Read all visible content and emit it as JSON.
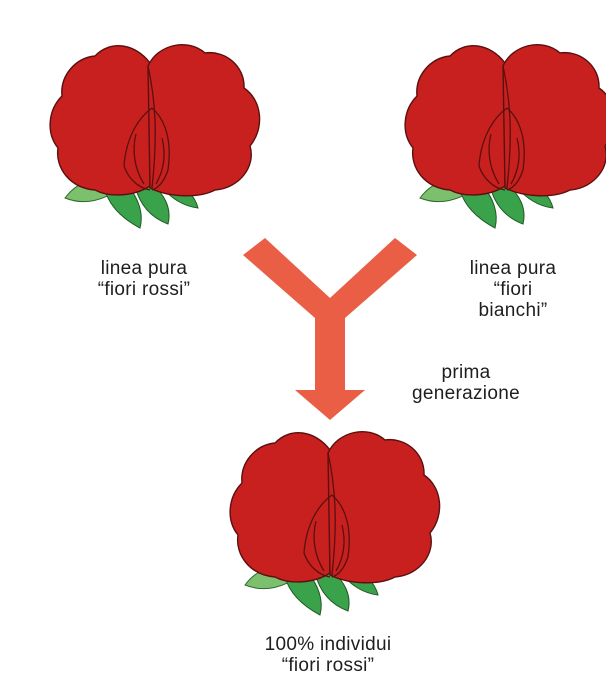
{
  "diagram": {
    "parent_red": {
      "lines": [
        "linea pura",
        "“fiori rossi”"
      ],
      "flower_color": "#c8201e"
    },
    "parent_white": {
      "lines": [
        "linea pura",
        "“fiori",
        "bianchi”"
      ],
      "flower_color": "#ffffff"
    },
    "generation": {
      "lines": [
        "prima",
        "generazione"
      ]
    },
    "offspring": {
      "lines": [
        "100% individui",
        "“fiori rossi”"
      ],
      "flower_color": "#c8201e"
    },
    "colors": {
      "arrow": "#e8553a",
      "leaf": "#3aa24a",
      "leaf_light": "#7cc06e",
      "petal_outline": "#5a1010",
      "white_outline": "#4a3a2a"
    }
  }
}
